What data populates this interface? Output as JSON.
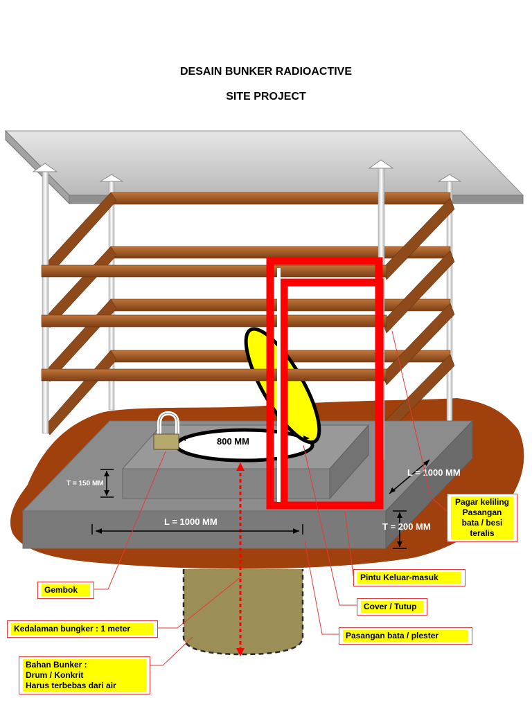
{
  "header": {
    "title": "DESAIN BUNKER RADIOACTIVE",
    "subtitle": "SITE PROJECT"
  },
  "dimensions": {
    "diameter": "800 MM",
    "length_front": "L = 1000 MM",
    "length_side": "L = 1000 MM",
    "thickness_top": "T = 150 MM",
    "thickness_base": "T = 200 MM"
  },
  "callouts": {
    "fence": [
      "Pagar keliling",
      "Pasangan",
      "bata / besi",
      "teralis"
    ],
    "door": "Pintu Keluar-masuk",
    "cover": "Cover / Tutup",
    "brick": "Pasangan bata / plester",
    "padlock": "Gembok",
    "depth": "Kedalaman bungker : 1 meter",
    "material": [
      "Bahan Bunker :",
      "Drum / Konkrit",
      "Harus terbebas dari air"
    ]
  },
  "colors": {
    "ground": "#a0400c",
    "concrete": "#8c8c8c",
    "wood": "#9b5523",
    "door": "#ff0000",
    "cover": "#ffff00",
    "drum": "#9b8e56",
    "roof": "#cfcfcf",
    "callout_border": "#e53935",
    "callout_fill": "#ffff00"
  }
}
